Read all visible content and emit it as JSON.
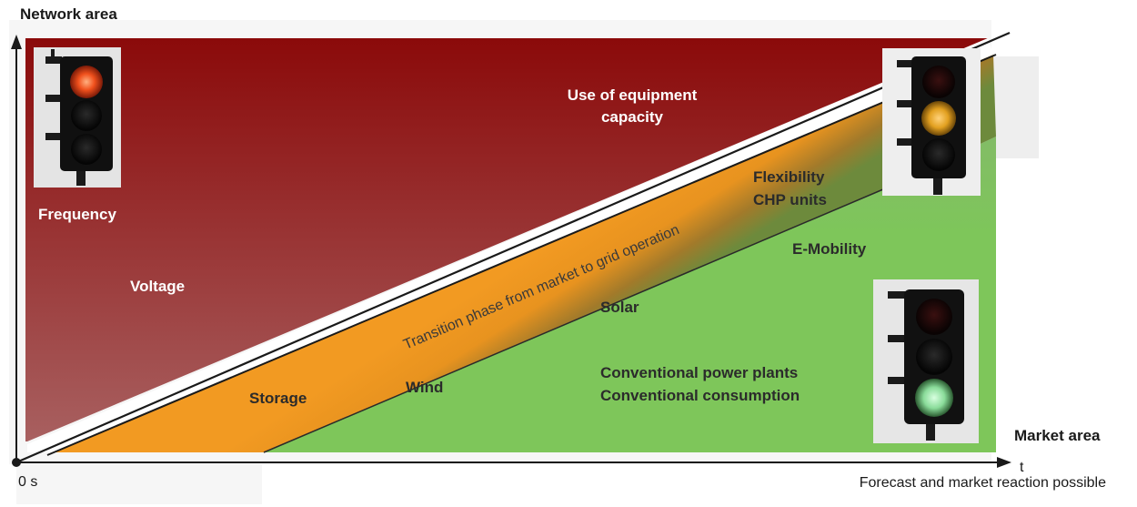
{
  "axes": {
    "y_label": "Network area",
    "x_label": "Market area",
    "x_unit": "t",
    "origin_label": "0 s",
    "x_caption": "Forecast and market reaction possible"
  },
  "network_zone": {
    "labels": {
      "equipment_line1": "Use of equipment",
      "equipment_line2": "capacity",
      "frequency": "Frequency",
      "voltage": "Voltage"
    },
    "traffic_light": "red"
  },
  "transition_zone": {
    "label": "Transition phase from market to grid operation",
    "traffic_light": "amber"
  },
  "market_zone": {
    "labels": {
      "flexibility": "Flexibility",
      "chp": "CHP units",
      "emobility": "E-Mobility",
      "solar": "Solar",
      "wind": "Wind",
      "storage": "Storage",
      "conventional_plants": "Conventional power plants",
      "conventional_consumption": "Conventional consumption"
    },
    "traffic_light": "green"
  },
  "colors": {
    "network_top": "#8b0a0a",
    "network_bottom": "#a85a5a",
    "transition_orange": "#f29a22",
    "market_green": "#7ec65a",
    "market_green_top": "#82b56a",
    "axis": "#1a1a1a",
    "white_label": "#ffffff",
    "dark_label": "#2b2b2b"
  }
}
